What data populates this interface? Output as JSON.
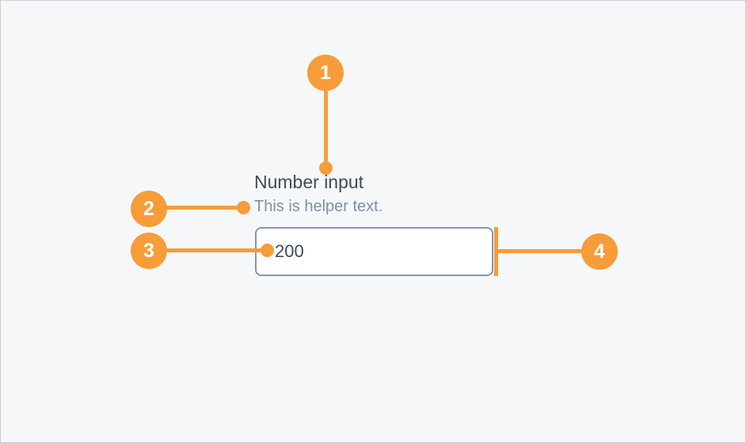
{
  "component": {
    "label": "Number input",
    "helper_text": "This is helper text.",
    "input_value": "200"
  },
  "callouts": [
    {
      "number": "1"
    },
    {
      "number": "2"
    },
    {
      "number": "3"
    },
    {
      "number": "4"
    }
  ],
  "colors": {
    "accent": "#F89C3A",
    "label_text": "#3D4C5E",
    "helper_text": "#7E90A5",
    "input_border": "#8897A9",
    "input_text": "#3D4C5E",
    "input_background": "#FFFFFF",
    "canvas_background": "#F6F7F9",
    "canvas_border": "#C9CCD1",
    "marker_text": "#FFFFFF"
  }
}
